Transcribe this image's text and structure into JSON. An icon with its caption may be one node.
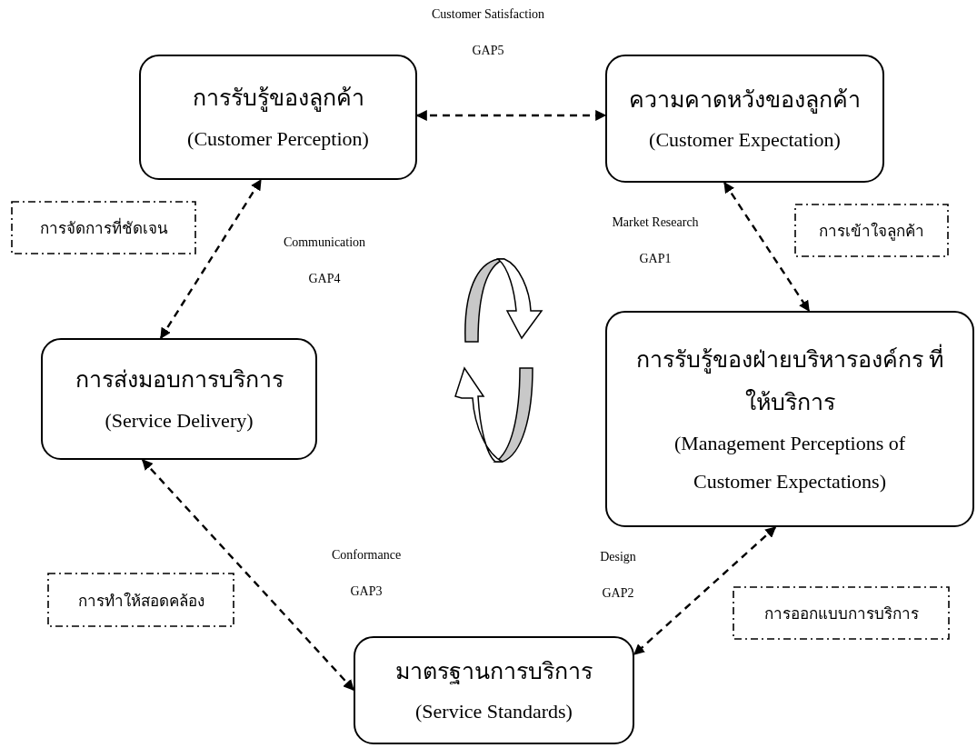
{
  "diagram": {
    "nodes": [
      {
        "text": [
          "การรับรู้ของลูกค้า",
          "(Customer Perception)"
        ]
      },
      {
        "text": [
          "ความคาดหวังของลูกค้า",
          "(Customer Expectation)"
        ]
      },
      {
        "text": [
          "การรับรู้ของฝ่ายบริหารองค์กร ที่ให้บริการ",
          "(Management Perceptions of Customer Expectations)"
        ]
      },
      {
        "text": [
          "การส่งมอบการบริการ",
          "(Service Delivery)"
        ]
      },
      {
        "text": [
          "มาตรฐานการบริการ",
          "(Service Standards)"
        ]
      },
      {
        "text": [
          "การจัดการที่ชัดเจน"
        ]
      },
      {
        "text": [
          "การเข้าใจลูกค้า"
        ]
      },
      {
        "text": [
          "การทำให้สอดคล้อง"
        ]
      },
      {
        "text": [
          "การออกแบบการบริการ"
        ]
      }
    ],
    "edges": [
      {
        "from": 0,
        "to": 1,
        "arrow": "both",
        "style": "dashed"
      },
      {
        "from": 1,
        "to": 2,
        "arrow": "both",
        "style": "dashed"
      },
      {
        "from": 2,
        "to": 4,
        "arrow": "both",
        "style": "dashed"
      },
      {
        "from": 4,
        "to": 3,
        "arrow": "both",
        "style": "dashed"
      },
      {
        "from": 3,
        "to": 0,
        "arrow": "both",
        "style": "dashed"
      }
    ],
    "labels": [
      "Customer Satisfaction",
      "GAP5",
      "Market Research",
      "GAP1",
      "Communication",
      "GAP4",
      "Conformance",
      "GAP3",
      "Design",
      "GAP2"
    ]
  }
}
